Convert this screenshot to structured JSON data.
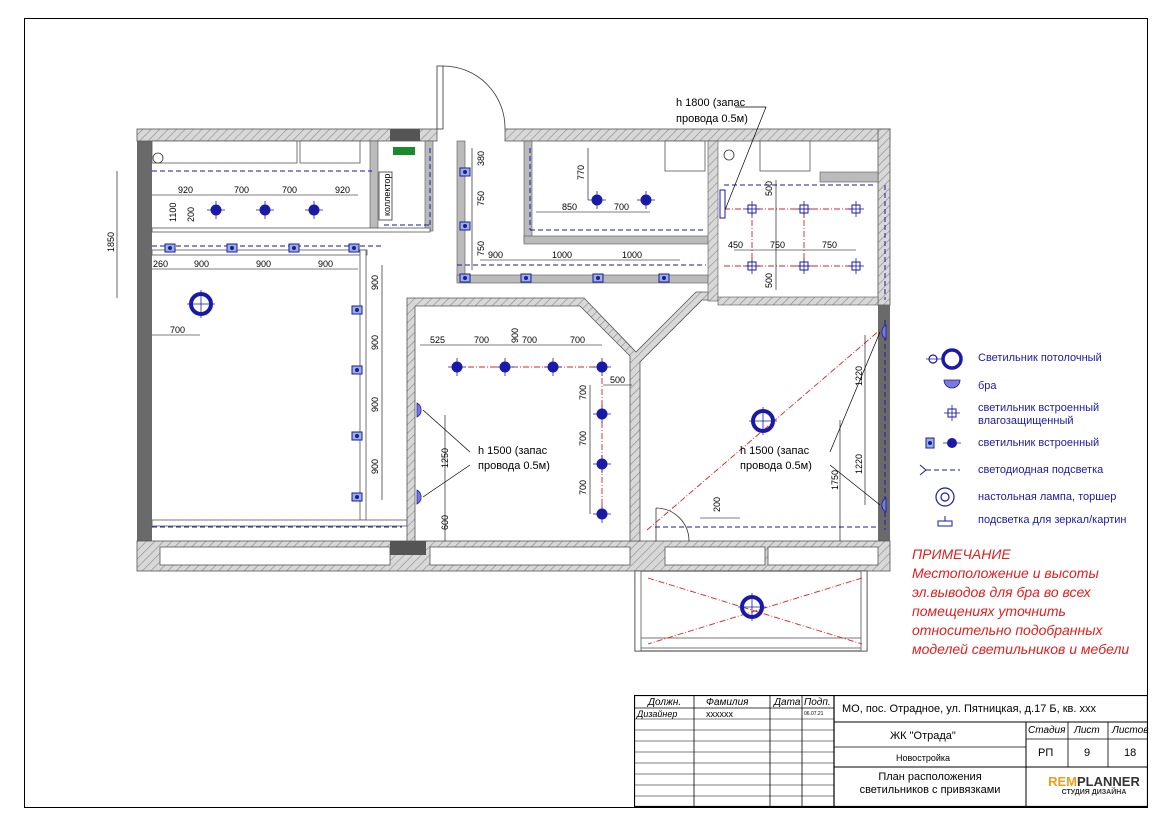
{
  "plan": {
    "labels": {
      "h1800_line1": "h 1800 (запас",
      "h1800_line2": "провода 0.5м)",
      "h1500a_line1": "h 1500 (запас",
      "h1500a_line2": "провода 0.5м)",
      "h1500b_line1": "h 1500 (запас",
      "h1500b_line2": "провода 0.5м)",
      "kollektor": "коллектор"
    },
    "dims": {
      "d920a": "920",
      "d700a": "700",
      "d700b": "700",
      "d920b": "920",
      "d1100": "1100",
      "d200a": "200",
      "d1850": "1850",
      "d260": "260",
      "d900a": "900",
      "d900b": "900",
      "d900c": "900",
      "d700c": "700",
      "v900a": "900",
      "v900b": "900",
      "v900c": "900",
      "v900d": "900",
      "d380": "380",
      "d750a": "750",
      "d750b": "750",
      "d900d": "900",
      "d1000a": "1000",
      "d1000b": "1000",
      "d770": "770",
      "d850": "850",
      "d700d": "700",
      "d500a": "500",
      "d450": "450",
      "d750c": "750",
      "d750d": "750",
      "d500b": "500",
      "d525": "525",
      "d700e": "700",
      "d900e": "900",
      "d700f": "700",
      "d700g": "700",
      "d500c": "500",
      "v700a": "700",
      "v700b": "700",
      "v700c": "700",
      "d1250": "1250",
      "d600": "600",
      "d1220a": "1220",
      "d1220b": "1220",
      "d1750": "1750",
      "d200b": "200"
    }
  },
  "legend": [
    {
      "icon": "ceiling-light-icon",
      "text": "Светильник потолочный"
    },
    {
      "icon": "wall-sconce-icon",
      "text": "бра"
    },
    {
      "icon": "waterproof-recessed-light-icon",
      "text": "светильник встроенный влагозащищенный"
    },
    {
      "icon": "recessed-light-icon",
      "text": "светильник встроенный"
    },
    {
      "icon": "led-strip-icon",
      "text": "светодиодная подсветка"
    },
    {
      "icon": "floor-lamp-icon",
      "text": "настольная лампа, торшер"
    },
    {
      "icon": "mirror-light-icon",
      "text": "подсветка для зеркал/картин"
    }
  ],
  "note": {
    "title": "ПРИМЕЧАНИЕ",
    "lines": [
      "Местоположение и высоты",
      "эл.выводов для  бра во всех",
      "помещениях уточнить",
      "относительно подобранных",
      "моделей светильников и мебели"
    ]
  },
  "stamp": {
    "col_post": "Должн.",
    "col_surname": "Фамилия",
    "col_date": "Дата",
    "col_sign": "Подп.",
    "role": "Дизайнер",
    "surname": "xxxxxx",
    "date": "06.07.21",
    "address": "МО, пос. Отрадное, ул. Пятницкая, д.17 Б, кв. ххх",
    "complex": "ЖК \"Отрада\"",
    "building": "Новостройка",
    "stage_label": "Стадия",
    "sheet_label": "Лист",
    "sheets_label": "Листов",
    "stage": "РП",
    "sheet": "9",
    "sheets": "18",
    "drawing_title_1": "План расположения",
    "drawing_title_2": "светильников с привязками",
    "logo_a": "REM",
    "logo_b": "PLANNER",
    "logo_sub": "СТУДИЯ ДИЗАЙНА"
  },
  "colors": {
    "light": "#1a1aa8",
    "wall": "#9a9a9a",
    "red": "#e02020"
  }
}
